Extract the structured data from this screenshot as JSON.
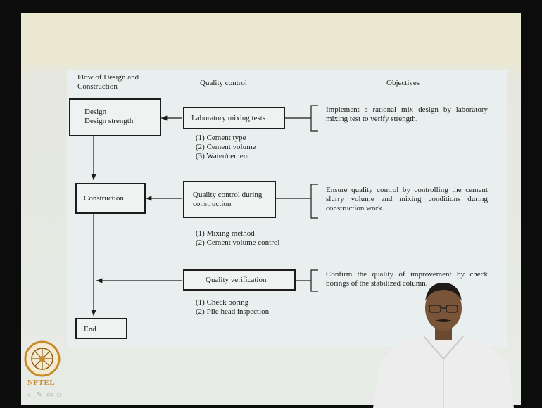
{
  "headers": {
    "flow": "Flow of Design and\nConstruction",
    "quality": "Quality control",
    "objectives": "Objectives"
  },
  "flow": {
    "design": "Design\nDesign strength",
    "construction": "Construction",
    "end": "End"
  },
  "quality": {
    "lab_tests": "Laboratory mixing tests",
    "lab_items": "(1) Cement type\n(2) Cement volume\n(3) Water/cement",
    "during": "Quality control during\nconstruction",
    "during_items": "(1) Mixing method\n(2) Cement volume control",
    "verification": "Quality verification",
    "verification_items": "(1) Check boring\n(2) Pile head inspection"
  },
  "objectives": {
    "obj1": "Implement a rational mix design by laboratory mixing test to verify strength.",
    "obj2": "Ensure quality control by controlling the cement slurry volume and mixing conditions during construction work.",
    "obj3": "Confirm the quality of improvement by check borings of the stabilized column."
  },
  "branding": {
    "logo_text": "NPTEL",
    "toolbar_icons": [
      "prev-icon",
      "pen-icon",
      "page-icon",
      "next-icon"
    ]
  },
  "colors": {
    "slide_top": "#ece9d2",
    "diagram_bg": "#e8efee",
    "logo_accent": "#c98a2a",
    "lines": "#1c1c1c"
  }
}
